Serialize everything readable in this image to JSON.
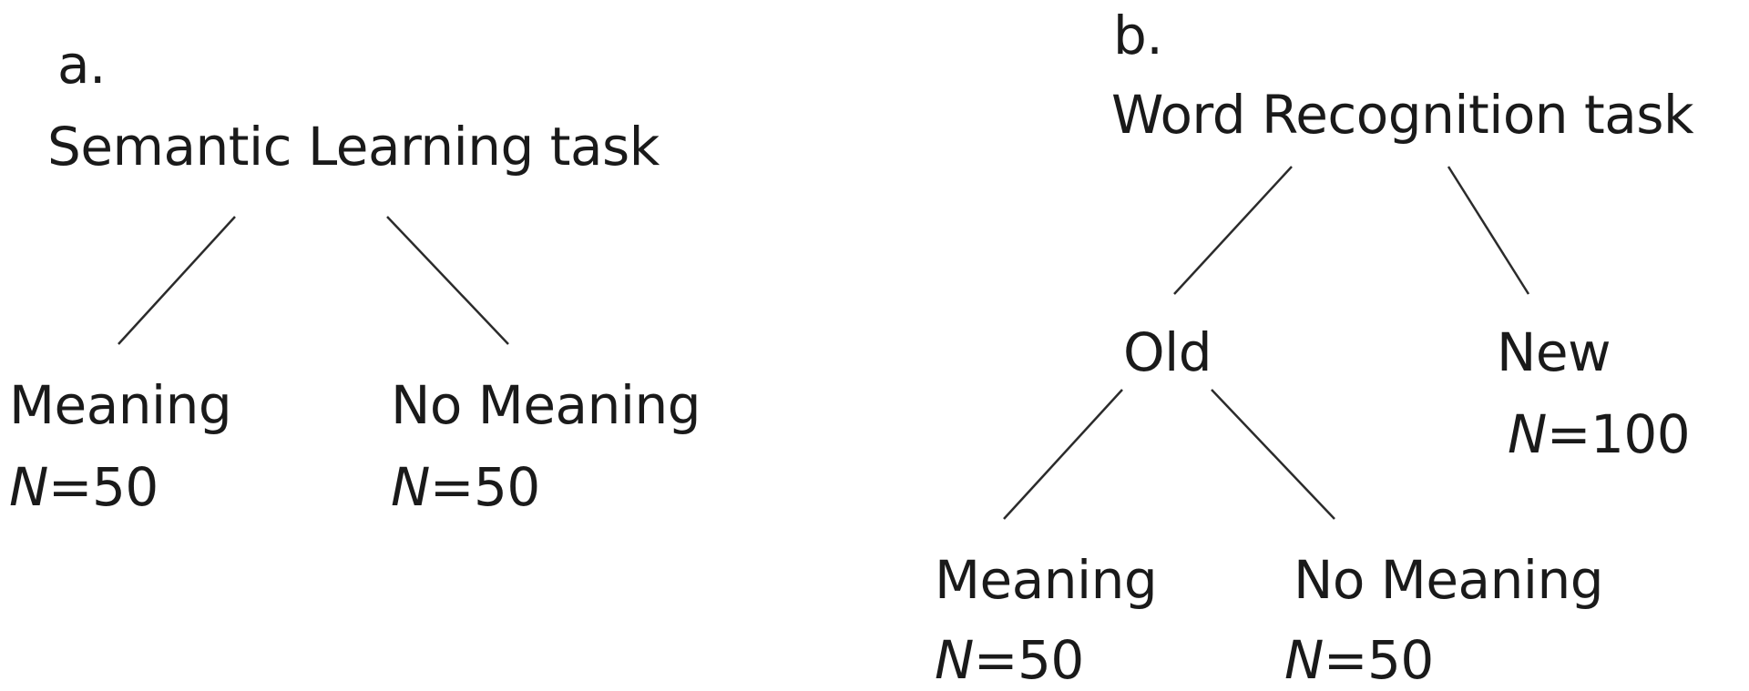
{
  "diagram_a": {
    "panel_label": "a.",
    "root": "Semantic Learning task",
    "children": [
      {
        "label": "Meaning",
        "n_symbol": "N",
        "n_value": "=50"
      },
      {
        "label": "No Meaning",
        "n_symbol": "N",
        "n_value": "=50"
      }
    ]
  },
  "diagram_b": {
    "panel_label": "b.",
    "root": "Word Recognition task",
    "old": {
      "label": "Old"
    },
    "new": {
      "label": "New",
      "n_symbol": "N",
      "n_value": "=100"
    },
    "old_children": [
      {
        "label": "Meaning",
        "n_symbol": "N",
        "n_value": "=50"
      },
      {
        "label": "No Meaning",
        "n_symbol": "N",
        "n_value": "=50"
      }
    ]
  }
}
